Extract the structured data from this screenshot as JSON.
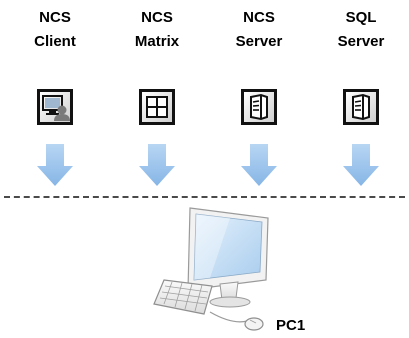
{
  "components": [
    {
      "line1": "NCS",
      "line2": "Client",
      "icon": "client-icon"
    },
    {
      "line1": "NCS",
      "line2": "Matrix",
      "icon": "matrix-icon"
    },
    {
      "line1": "NCS",
      "line2": "Server",
      "icon": "server-icon"
    },
    {
      "line1": "SQL",
      "line2": "Server",
      "icon": "server-icon"
    }
  ],
  "computer": {
    "label": "PC1",
    "icon": "desktop-computer-icon"
  },
  "colors": {
    "arrow": "#9dc4ec",
    "icon_frame": "#111111",
    "divider": "#4a4a4a",
    "screen": "#cfe4f6"
  }
}
